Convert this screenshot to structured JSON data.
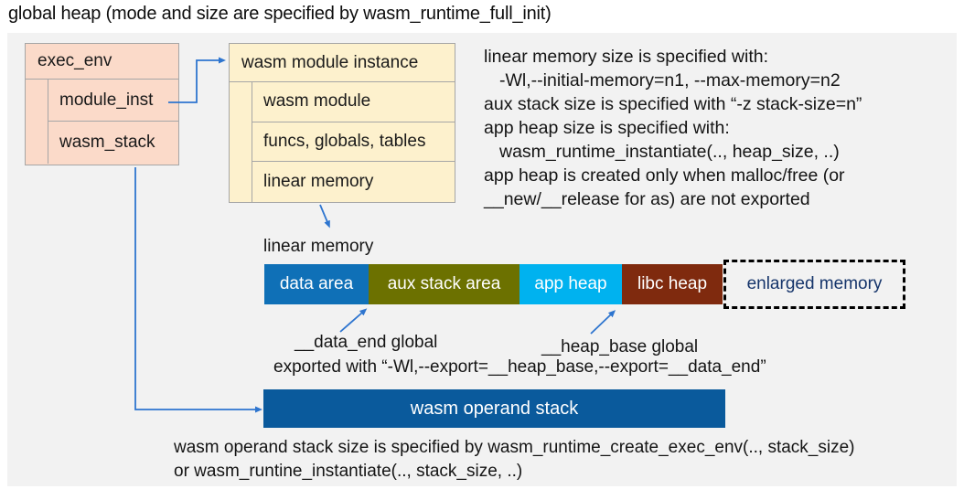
{
  "title": "global heap (mode and size are specified by wasm_runtime_full_init)",
  "exec_env": {
    "label": "exec_env",
    "rows": [
      "module_inst",
      "wasm_stack"
    ]
  },
  "module_instance": {
    "label": "wasm module instance",
    "rows": [
      "wasm module",
      "funcs, globals, tables",
      "linear memory"
    ]
  },
  "memory_info": {
    "lines": [
      "linear memory size is specified with:",
      "-Wl,--initial-memory=n1, --max-memory=n2",
      "aux stack size is specified with “-z stack-size=n”",
      "app heap size is specified with:",
      "wasm_runtime_instantiate(.., heap_size, ..)",
      "app heap is created only when malloc/free (or",
      "__new/__release for as) are not exported"
    ]
  },
  "linear_memory": {
    "label": "linear memory",
    "segments": [
      {
        "label": "data area",
        "color": "#0f70b7"
      },
      {
        "label": "aux stack area",
        "color": "#6c7100"
      },
      {
        "label": "app heap",
        "color": "#00b2ef"
      },
      {
        "label": "libc heap",
        "color": "#7f2a0e"
      },
      {
        "label": "enlarged memory",
        "color": "#f2f2f2",
        "text_color": "#16356b",
        "border": "dashed"
      }
    ],
    "data_end_label": "__data_end global",
    "heap_base_label": "__heap_base global",
    "export_note": "exported with “-Wl,--export=__heap_base,--export=__data_end”"
  },
  "operand_stack": {
    "label": "wasm operand stack",
    "note_line1": "wasm operand stack size is specified by wasm_runtime_create_exec_env(.., stack_size)",
    "note_line2": "or wasm_runtine_instantiate(.., stack_size, ..)"
  },
  "colors": {
    "panel_background": "#f2f2f2",
    "exec_env_fill": "#fbdac9",
    "module_instance_fill": "#fdf1cd",
    "box_border": "#a6a6a6",
    "arrow_blue": "#2e75cf",
    "operand_stack_fill": "#0a5a9c"
  }
}
